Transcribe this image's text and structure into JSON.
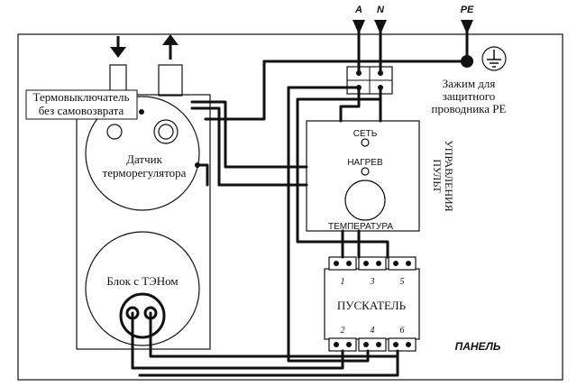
{
  "terminals": {
    "phase": "A",
    "neutral": "N",
    "protective_earth": "PE"
  },
  "labels": {
    "thermal_cutout_line1": "Термовыключатель",
    "thermal_cutout_line2": "без самовозврата",
    "thermostat_sensor_line1": "Датчик",
    "thermostat_sensor_line2": "терморегулятора",
    "heater_block": "Блок с ТЭНом",
    "pe_clamp_line1": "Зажим для",
    "pe_clamp_line2": "защитного",
    "pe_clamp_line3": "проводника PE",
    "panel": "ПАНЕЛЬ"
  },
  "control_panel": {
    "title_line1": "ПУЛЬТ",
    "title_line2": "УПРАВЛЕНИЯ",
    "power_label": "СЕТЬ",
    "heating_label": "НАГРЕВ",
    "temperature_label": "ТЕМПЕРАТУРА"
  },
  "contactor": {
    "label": "ПУСКАТЕЛЬ",
    "top_numbers": [
      "1",
      "3",
      "5"
    ],
    "bottom_numbers": [
      "2",
      "4",
      "6"
    ]
  },
  "icons": {
    "inlet": "arrow-down-icon",
    "outlet": "arrow-up-icon",
    "ground": "ground-icon"
  }
}
